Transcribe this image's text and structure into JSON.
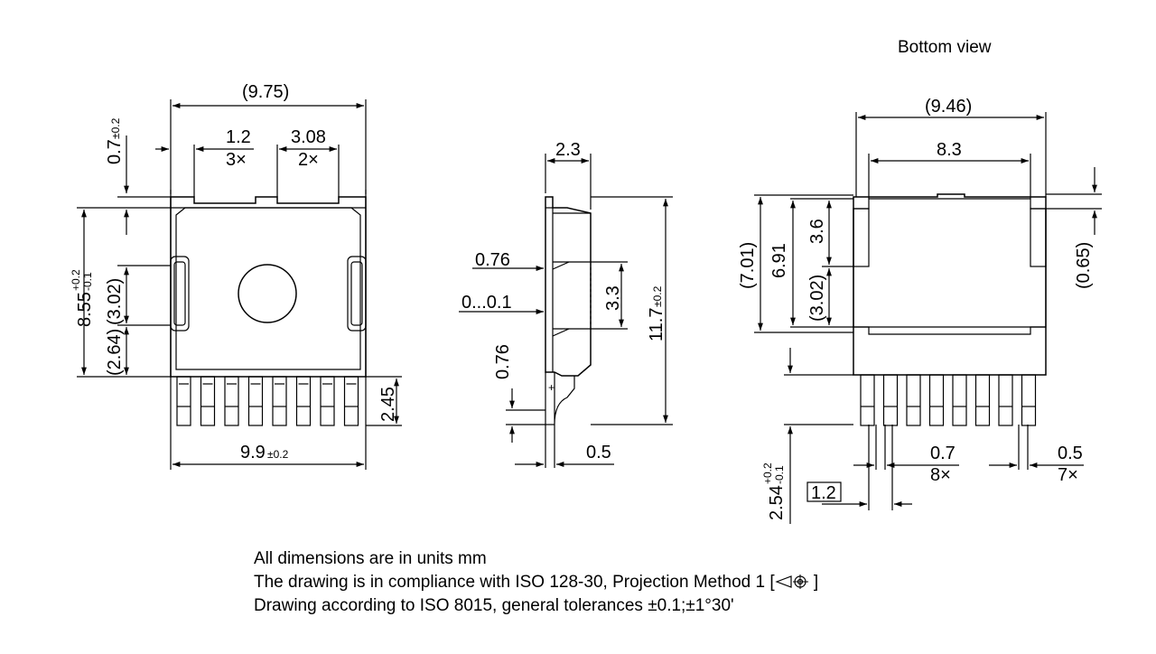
{
  "bottom_view_title": "Bottom view",
  "front_view": {
    "overall_width": "(9.75)",
    "tab_top_nominal": "0.7",
    "tab_top_tol": "±0.2",
    "tab_width": "1.2",
    "tab_width_count": "3×",
    "tab_pitch": "3.08",
    "tab_pitch_count": "2×",
    "body_height": "8.55",
    "body_height_tol_plus": "+0.2",
    "body_height_tol_minus": "-0.1",
    "window_height": "(3.02)",
    "window_bottom": "(2.64)",
    "lead_length": "2.45",
    "body_width": "9.9",
    "body_width_tol": "±0.2"
  },
  "side_view": {
    "thickness": "2.3",
    "upper_offset": "0.76",
    "standoff": "0...0.1",
    "slot_height": "3.3",
    "overall_length": "11.7",
    "overall_length_tol": "±0.2",
    "lead_offset": "0.76",
    "lead_thickness": "0.5"
  },
  "bottom_view": {
    "overall_width": "(9.46)",
    "pad_width": "8.3",
    "pad_height_total": "(7.01)",
    "pad_height": "6.91",
    "pad_upper": "3.6",
    "pad_lower": "(3.02)",
    "edge_offset": "(0.65)",
    "lead_pitch": "2.54",
    "lead_pitch_tol_plus": "+0.2",
    "lead_pitch_tol_minus": "-0.1",
    "lead_pitch_basic": "1.2",
    "lead_width": "0.7",
    "lead_width_count": "8×",
    "lead_gap": "0.5",
    "lead_gap_count": "7×"
  },
  "notes": {
    "line1": "All dimensions are in units mm",
    "line2_prefix": "The drawing is in compliance with ISO 128-30, Projection Method 1 [",
    "line2_suffix": "]",
    "line3": "Drawing according to ISO 8015, general tolerances ±0.1;±1°30'"
  }
}
